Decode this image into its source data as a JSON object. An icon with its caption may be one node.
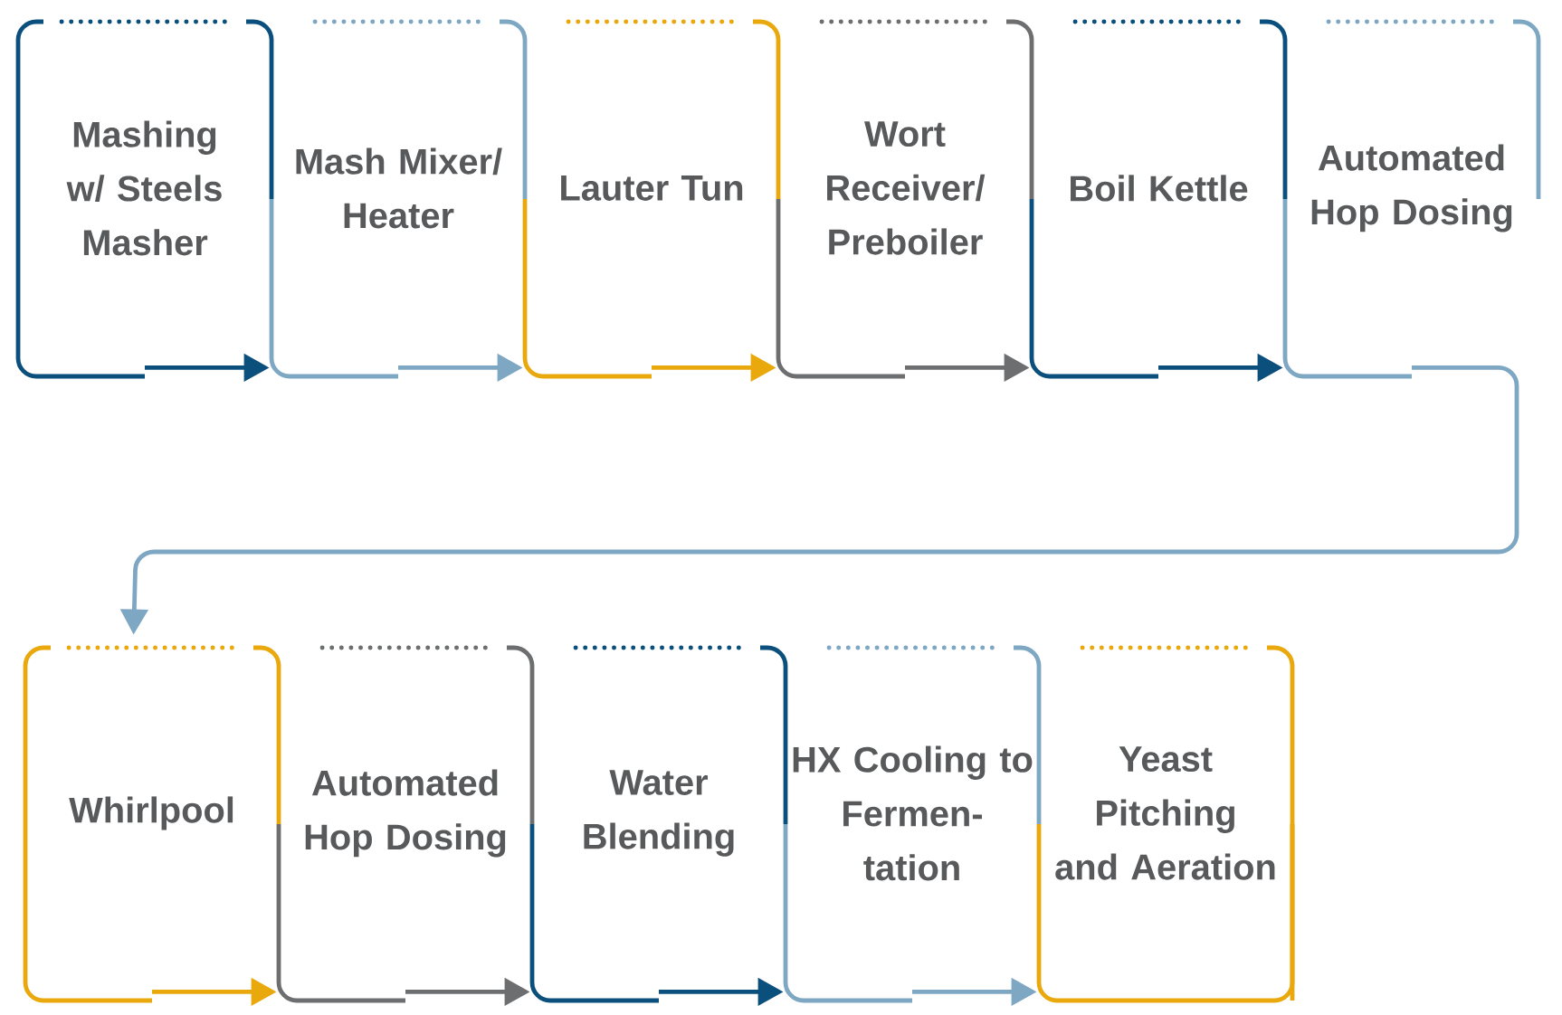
{
  "diagram": {
    "nodes": [
      {
        "text": [
          "Mashing w/ Steels Masher"
        ]
      },
      {
        "text": [
          "Mash Mixer/ Heater"
        ]
      },
      {
        "text": [
          "Lauter Tun"
        ]
      },
      {
        "text": [
          "Wort Receiver/ Preboiler"
        ]
      },
      {
        "text": [
          "Boil Kettle"
        ]
      },
      {
        "text": [
          "Automated Hop Dosing"
        ]
      },
      {
        "text": [
          "Whirlpool"
        ]
      },
      {
        "text": [
          "Automated Hop Dosing"
        ]
      },
      {
        "text": [
          "Water Blending"
        ]
      },
      {
        "text": [
          "HX Cooling to Fermen- tation"
        ]
      },
      {
        "text": [
          "Yeast Pitching and Aeration"
        ]
      }
    ],
    "edges": [
      {
        "from": 0,
        "to": 1,
        "arrow": "to",
        "color": "#0b4f7c"
      },
      {
        "from": 1,
        "to": 2,
        "arrow": "to",
        "color": "#7ea7c3"
      },
      {
        "from": 2,
        "to": 3,
        "arrow": "to",
        "color": "#e9a80c"
      },
      {
        "from": 3,
        "to": 4,
        "arrow": "to",
        "color": "#6d6e70"
      },
      {
        "from": 4,
        "to": 5,
        "arrow": "to",
        "color": "#0b4f7c"
      },
      {
        "from": 5,
        "to": 6,
        "arrow": "to",
        "color": "#7ea7c3"
      },
      {
        "from": 6,
        "to": 7,
        "arrow": "to",
        "color": "#e9a80c"
      },
      {
        "from": 7,
        "to": 8,
        "arrow": "to",
        "color": "#6d6e70"
      },
      {
        "from": 8,
        "to": 9,
        "arrow": "to",
        "color": "#0b4f7c"
      },
      {
        "from": 9,
        "to": 10,
        "arrow": "to",
        "color": "#7ea7c3"
      }
    ]
  }
}
